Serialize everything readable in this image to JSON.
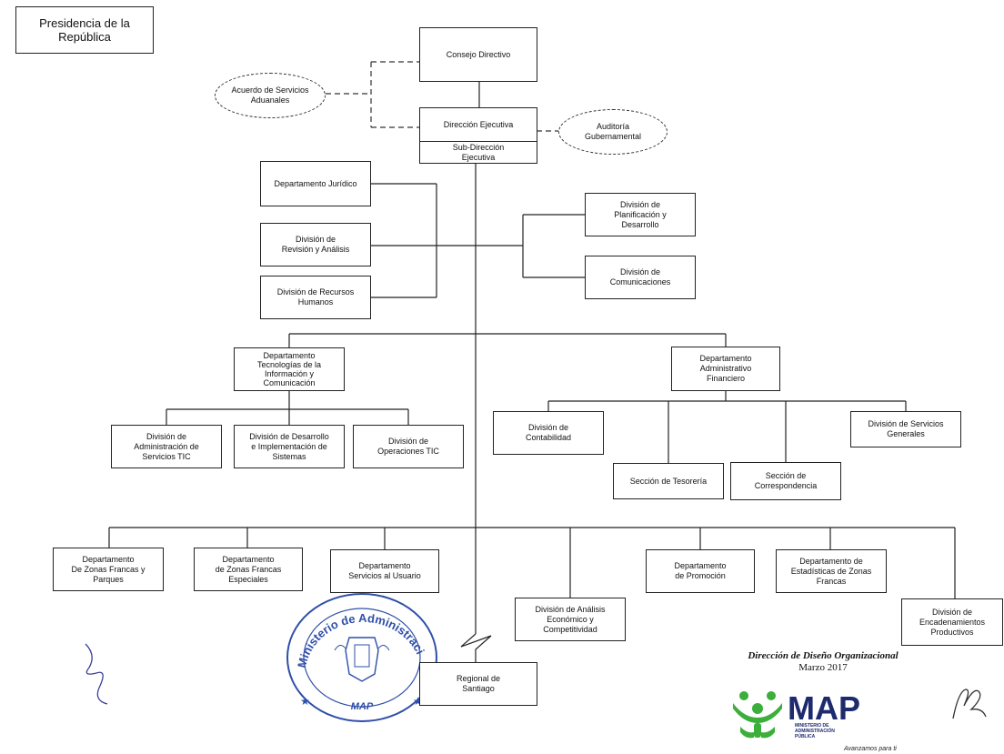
{
  "header": {
    "presidencia": "Presidencia de la\nRepública"
  },
  "nodes": {
    "consejo_directivo": "Consejo Directivo",
    "direccion_ejecutiva": "Dirección Ejecutiva",
    "sub_direccion_ejecutiva": "Sub-Dirección\nEjecutiva",
    "acuerdo_servicios_aduanales": "Acuerdo de Servicios\nAduanales",
    "auditoria_gubernamental": "Auditoría\nGubernamental",
    "departamento_juridico": "Departamento Jurídico",
    "revision_analisis": "División de\nRevisión y Análisis",
    "recursos_humanos": "División de Recursos\nHumanos",
    "planificacion_desarrollo": "División de\nPlanificación y\nDesarrollo",
    "comunicaciones": "División de\nComunicaciones",
    "tic": "Departamento\nTecnologías de la\nInformación y\nComunicación",
    "administrativo_financiero": "Departamento\nAdministrativo\nFinanciero",
    "admin_servicios_tic": "División de\nAdministración de\nServicios TIC",
    "desarrollo_sistemas": "División de Desarrollo\ne Implementación de\nSistemas",
    "operaciones_tic": "División de\nOperaciones TIC",
    "contabilidad": "División de\nContabilidad",
    "tesoreria": "Sección de Tesorería",
    "correspondencia": "Sección de\nCorrespondencia",
    "servicios_generales": "División de Servicios\nGenerales",
    "zonas_francas_parques": "Departamento\nDe Zonas Francas y\nParques",
    "zonas_francas_especiales": "Departamento\nde Zonas Francas\nEspeciales",
    "servicios_usuario": "Departamento\nServicios al Usuario",
    "analisis_economico": "División de Análisis\nEconómico y\nCompetitividad",
    "promocion": "Departamento\nde Promoción",
    "estadisticas": "Departamento de\nEstadísticas de Zonas\nFrancas",
    "encadenamientos": "División de\nEncadenamientos\nProductivos",
    "regional_santiago": "Regional de\nSantiago"
  },
  "footer": {
    "line1": "Dirección de Diseño Organizacional",
    "line2": "Marzo 2017"
  },
  "seal": {
    "top_text": "Ministerio de Administración Pública",
    "bottom_text": "MAP"
  },
  "logo": {
    "name": "MAP",
    "subtitle_1": "MINISTERIO DE",
    "subtitle_2": "ADMINISTRACIÓN",
    "subtitle_3": "PÚBLICA",
    "slogan": "Avanzamos para ti"
  },
  "colors": {
    "seal_blue": "#2f4fa8",
    "logo_green": "#3cae3a",
    "logo_navy": "#1d2a6e"
  }
}
